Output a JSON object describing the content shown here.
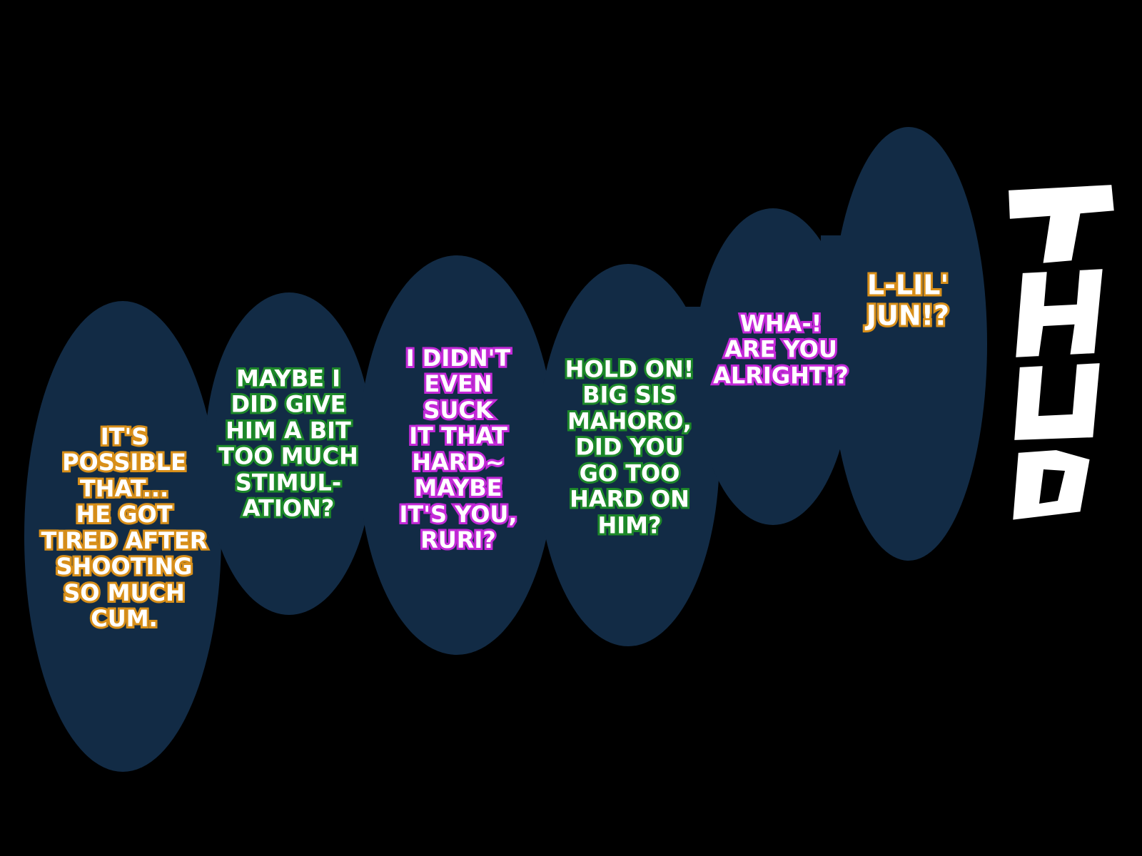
{
  "colors": {
    "background": "#000000",
    "bubble_fill": "#122b45",
    "orange": "#d8901c",
    "green": "#1f8a2b",
    "magenta": "#c42bd8",
    "text_fill": "#ffffff"
  },
  "bubbles": [
    {
      "id": "bubble-1",
      "color": "orange",
      "lines": [
        "IT'S",
        "POSSIBLE",
        "THAT...",
        "HE GOT",
        "TIRED AFTER",
        "SHOOTING",
        "SO MUCH",
        "CUM."
      ]
    },
    {
      "id": "bubble-2",
      "color": "green",
      "lines": [
        "MAYBE I",
        "DID GIVE",
        "HIM A BIT",
        "TOO MUCH",
        "STIMUL-",
        "ATION?"
      ]
    },
    {
      "id": "bubble-3",
      "color": "magenta",
      "lines": [
        "I DIDN'T",
        "EVEN",
        "SUCK",
        "IT THAT",
        "HARD~",
        "MAYBE",
        "IT'S YOU,",
        "RURI?"
      ]
    },
    {
      "id": "bubble-4",
      "color": "green",
      "lines": [
        "HOLD ON!",
        "BIG SIS",
        "MAHORO,",
        "DID YOU",
        "GO TOO",
        "HARD ON",
        "HIM?"
      ]
    },
    {
      "id": "bubble-5",
      "color": "magenta",
      "lines": [
        "WHA-!",
        "ARE YOU",
        "ALRIGHT!?"
      ]
    },
    {
      "id": "bubble-6",
      "color": "orange",
      "lines": [
        "L-LIL'",
        "JUN!?"
      ]
    }
  ],
  "sfx": {
    "text": "THUD",
    "letters": [
      "T",
      "H",
      "U",
      "D"
    ]
  }
}
